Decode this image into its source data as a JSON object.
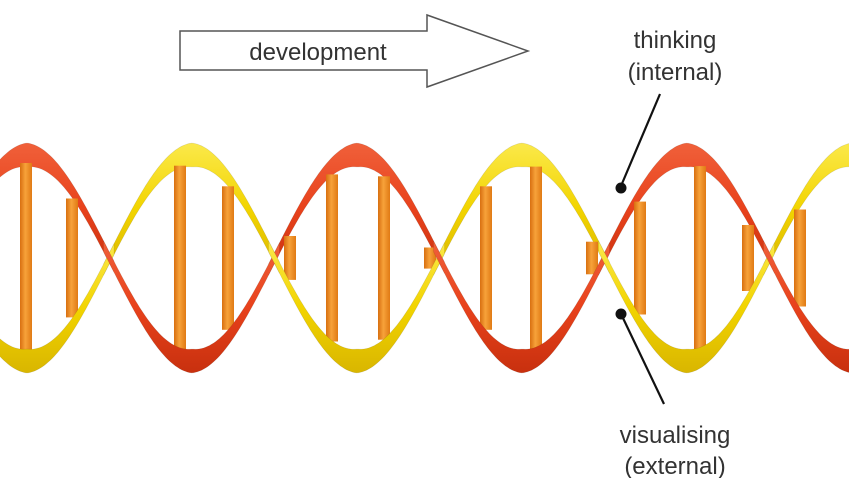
{
  "arrow": {
    "label": "development"
  },
  "callouts": {
    "top": {
      "line1": "thinking",
      "line2": "(internal)"
    },
    "bottom": {
      "line1": "visualising",
      "line2": "(external)"
    }
  },
  "colors": {
    "strand_internal": "#e8421c",
    "strand_external": "#f2d400",
    "rungs": "#f08a1a",
    "text": "#333333"
  }
}
